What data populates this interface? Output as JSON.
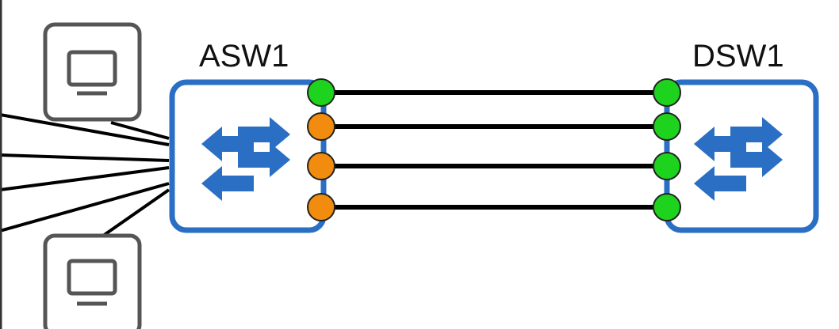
{
  "devices": {
    "left_switch": {
      "label": "ASW1",
      "icon": "switch-icon"
    },
    "right_switch": {
      "label": "DSW1",
      "icon": "switch-icon"
    },
    "pcs": [
      {
        "icon": "monitor-icon"
      },
      {
        "icon": "monitor-icon"
      }
    ]
  },
  "links": [
    {
      "asw1_port_state": "green",
      "dsw1_port_state": "green"
    },
    {
      "asw1_port_state": "orange",
      "dsw1_port_state": "green"
    },
    {
      "asw1_port_state": "orange",
      "dsw1_port_state": "green"
    },
    {
      "asw1_port_state": "orange",
      "dsw1_port_state": "green"
    }
  ],
  "colors": {
    "switch_border": "#2a6fc4",
    "arrow": "#2a6fc4",
    "port_green": "#1ed31e",
    "port_orange": "#f28c0f",
    "pc_border": "#555555",
    "link": "#000000"
  }
}
